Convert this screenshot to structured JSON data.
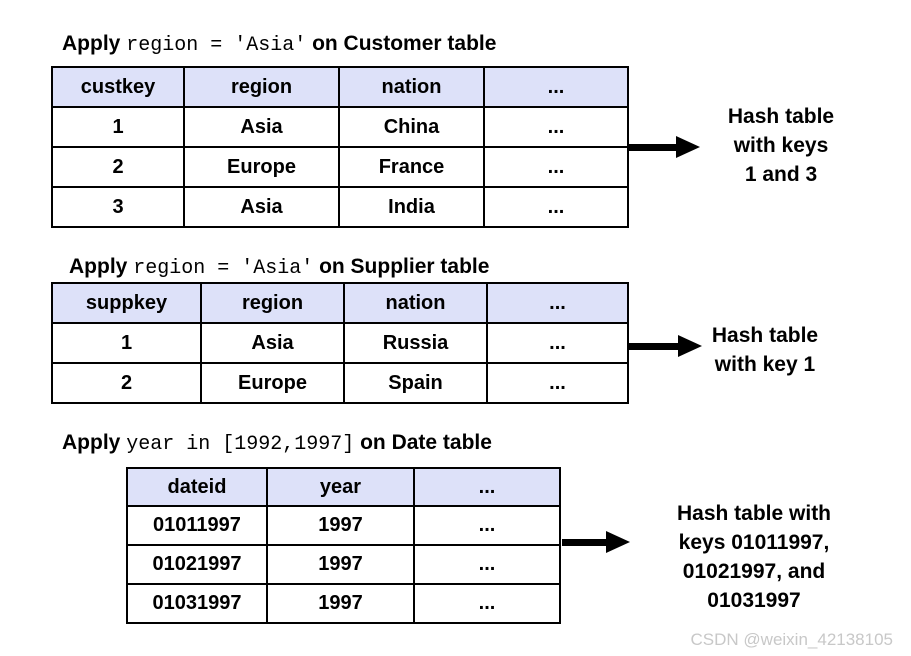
{
  "colors": {
    "header_bg": "#dde1f9",
    "border": "#000000",
    "text": "#000000",
    "arrow": "#000000",
    "watermark": "#c8c8c8"
  },
  "sections": [
    {
      "title": {
        "apply": "Apply",
        "predicate": "region = 'Asia'",
        "on": "on Customer table"
      },
      "table": {
        "headers": [
          "custkey",
          "region",
          "nation",
          "..."
        ],
        "rows": [
          [
            "1",
            "Asia",
            "China",
            "..."
          ],
          [
            "2",
            "Europe",
            "France",
            "..."
          ],
          [
            "3",
            "Asia",
            "India",
            "..."
          ]
        ]
      },
      "note_lines": [
        "Hash table",
        "with keys",
        "1 and 3"
      ]
    },
    {
      "title": {
        "apply": "Apply",
        "predicate": "region = 'Asia'",
        "on": "on Supplier table"
      },
      "table": {
        "headers": [
          "suppkey",
          "region",
          "nation",
          "..."
        ],
        "rows": [
          [
            "1",
            "Asia",
            "Russia",
            "..."
          ],
          [
            "2",
            "Europe",
            "Spain",
            "..."
          ]
        ]
      },
      "note_lines": [
        "Hash table",
        "with key 1"
      ]
    },
    {
      "title": {
        "apply": "Apply",
        "predicate": "year in [1992,1997]",
        "on": "on Date table"
      },
      "table": {
        "headers": [
          "dateid",
          "year",
          "..."
        ],
        "rows": [
          [
            "01011997",
            "1997",
            "..."
          ],
          [
            "01021997",
            "1997",
            "..."
          ],
          [
            "01031997",
            "1997",
            "..."
          ]
        ]
      },
      "note_lines": [
        "Hash table with",
        "keys 01011997,",
        "01021997, and",
        "01031997"
      ]
    }
  ],
  "watermark": "CSDN @weixin_42138105"
}
